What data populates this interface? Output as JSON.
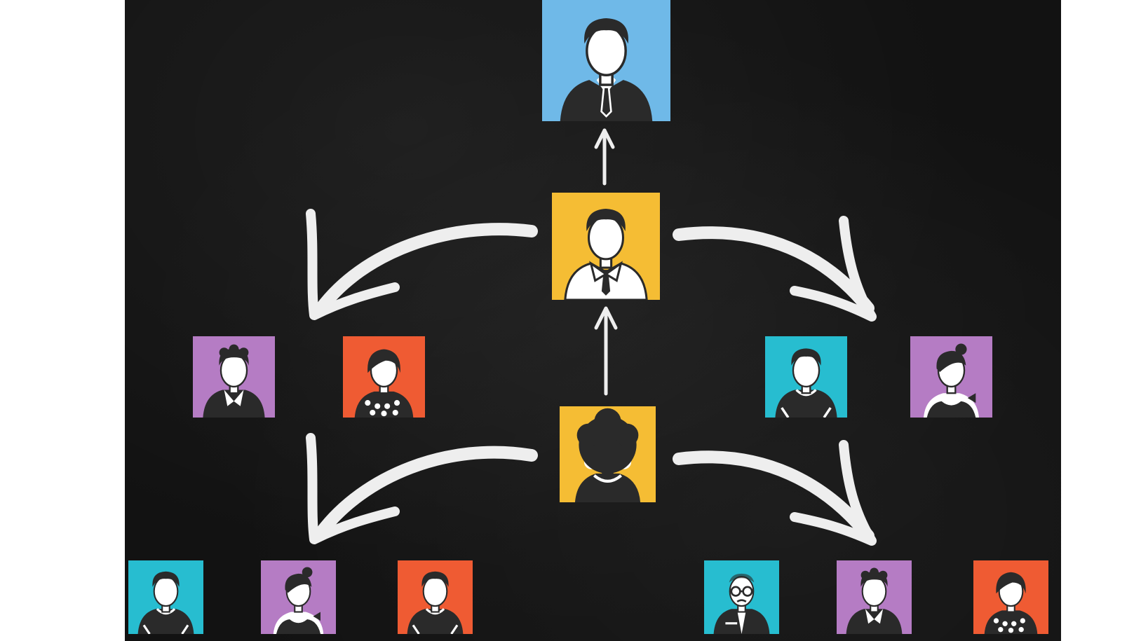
{
  "caption": "",
  "colors": {
    "board": "#121212",
    "chalk": "#eeeeee",
    "blue": "#6fb9e8",
    "yellow": "#f5bd34",
    "purple": "#b57cc4",
    "orange": "#ef5b33",
    "teal": "#27bdd0",
    "figure_dark": "#2a2a2a",
    "figure_face": "#ffffff"
  },
  "nodes": [
    {
      "id": "top-boss",
      "color": "blue",
      "icon": "businessman-suit-icon",
      "style": "suit"
    },
    {
      "id": "mid-manager",
      "color": "yellow",
      "icon": "man-shirt-tie-icon",
      "style": "shirt-tie"
    },
    {
      "id": "center-woman",
      "color": "yellow",
      "icon": "woman-afro-icon",
      "style": "afro"
    },
    {
      "id": "left-1",
      "color": "purple",
      "icon": "man-curly-icon",
      "style": "collar"
    },
    {
      "id": "left-2",
      "color": "orange",
      "icon": "woman-bob-icon",
      "style": "dots"
    },
    {
      "id": "right-1",
      "color": "teal",
      "icon": "man-short-hair-icon",
      "style": "tee"
    },
    {
      "id": "right-2",
      "color": "purple",
      "icon": "woman-bun-icon",
      "style": "bow"
    },
    {
      "id": "bottom-1",
      "color": "teal",
      "icon": "man-short-hair-icon",
      "style": "tee"
    },
    {
      "id": "bottom-2",
      "color": "purple",
      "icon": "woman-bun-icon",
      "style": "bow"
    },
    {
      "id": "bottom-3",
      "color": "orange",
      "icon": "man-neat-hair-icon",
      "style": "tee"
    },
    {
      "id": "bottom-4",
      "color": "teal",
      "icon": "old-man-glasses-icon",
      "style": "glasses"
    },
    {
      "id": "bottom-5",
      "color": "purple",
      "icon": "man-curly-icon",
      "style": "collar"
    },
    {
      "id": "bottom-6",
      "color": "orange",
      "icon": "woman-bob-icon",
      "style": "dots"
    }
  ],
  "arrows": [
    {
      "id": "center-woman-to-manager",
      "kind": "straight-up"
    },
    {
      "id": "manager-to-boss",
      "kind": "straight-up"
    },
    {
      "id": "manager-to-left-pair",
      "kind": "curve-left"
    },
    {
      "id": "manager-to-right-pair",
      "kind": "curve-right"
    },
    {
      "id": "center-woman-to-bottom-left",
      "kind": "curve-left"
    },
    {
      "id": "center-woman-to-bottom-right",
      "kind": "curve-right"
    }
  ]
}
